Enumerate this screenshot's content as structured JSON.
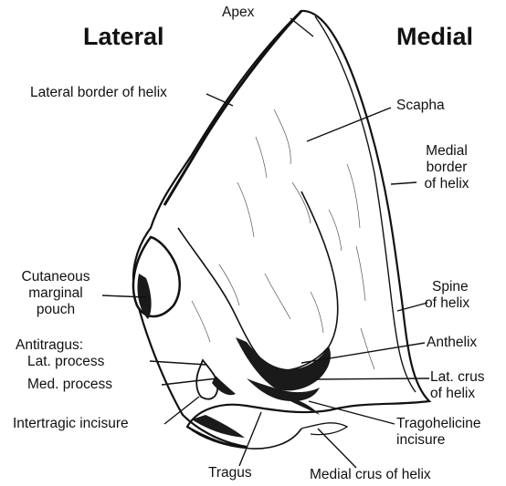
{
  "headings": {
    "left": "Lateral",
    "right": "Medial"
  },
  "labels": {
    "apex": "Apex",
    "lateral_border": "Lateral border of helix",
    "scapha": "Scapha",
    "medial_border": [
      "Medial",
      "border",
      "of helix"
    ],
    "cutaneous_pouch": [
      "Cutaneous",
      "marginal",
      "pouch"
    ],
    "antitragus": "Antitragus:",
    "lat_process": "Lat. process",
    "med_process": "Med. process",
    "intertragic": "Intertragic incisure",
    "tragus": "Tragus",
    "spine": [
      "Spine",
      "of helix"
    ],
    "anthelix": "Anthelix",
    "lat_crus": [
      "Lat. crus",
      "of helix"
    ],
    "tragohelicine": [
      "Tragohelicine",
      "incisure"
    ],
    "medial_crus": "Medial crus of helix"
  },
  "colors": {
    "ink": "#111111",
    "shade": "#1a1a1a",
    "background": "#ffffff"
  }
}
